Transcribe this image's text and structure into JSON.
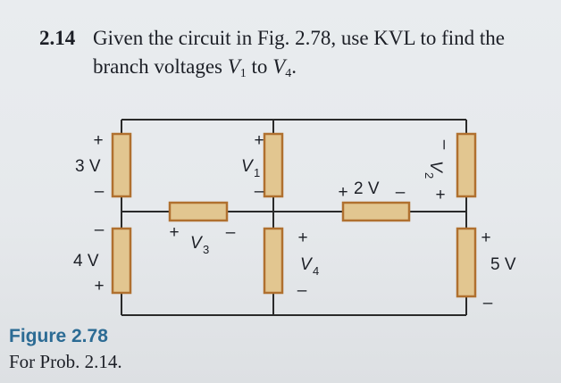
{
  "problem": {
    "number": "2.14",
    "line1": "Given the circuit in Fig. 2.78, use KVL to find the",
    "line2_pre": "branch voltages ",
    "v1_symbol": "V",
    "v1_sub": "1",
    "line2_mid": " to ",
    "v4_symbol": "V",
    "v4_sub": "4",
    "line2_post": "."
  },
  "circuit": {
    "labels": {
      "source_3v": "3 V",
      "source_4v": "4 V",
      "source_2v": "2 V",
      "source_5v": "5 V",
      "v1": "V",
      "v1_sub": "1",
      "v2": "V",
      "v2_sub": "2",
      "v3": "V",
      "v3_sub": "3",
      "v4": "V",
      "v4_sub": "4"
    },
    "signs": {
      "plus": "+",
      "minus": "–"
    },
    "colors": {
      "wire": "#2a2a2a",
      "element_fill": "#e2c690",
      "element_border": "#b0702f"
    }
  },
  "figure": {
    "caption": "Figure 2.78",
    "subcaption": "For Prob. 2.14."
  }
}
